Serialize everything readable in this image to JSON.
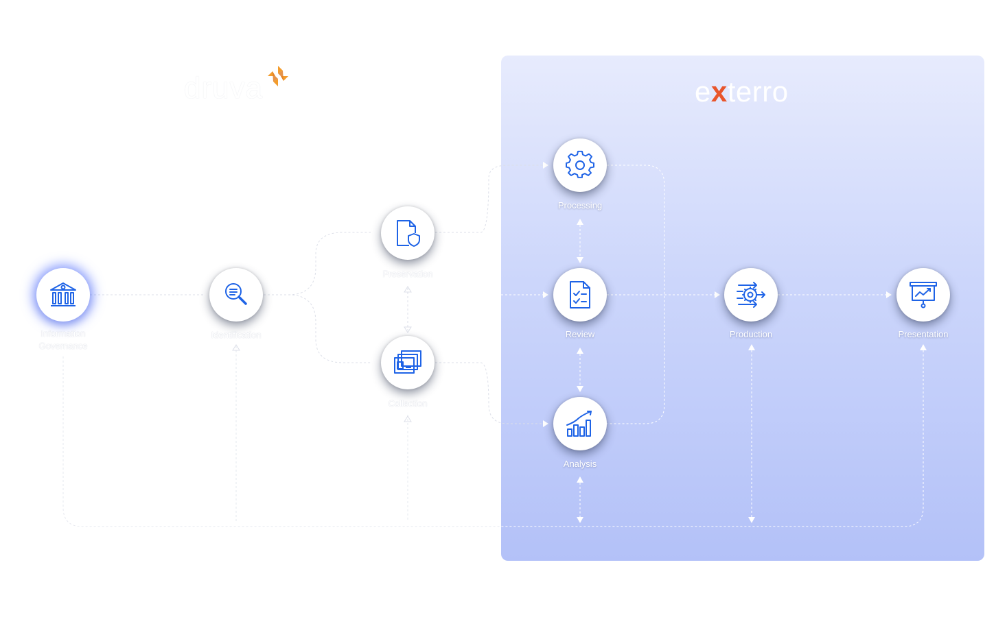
{
  "logos": {
    "druva": {
      "text": "druva",
      "mark_color": "#f39c2c"
    },
    "exterro": {
      "prefix": "e",
      "accent": "x",
      "suffix": "terro",
      "accent_color": "#e8552b"
    }
  },
  "colors": {
    "icon_stroke": "#1e63e6",
    "panel_top": "#e7ebfd",
    "panel_bottom": "#b3c1f8",
    "line": "#ffffff"
  },
  "nodes": [
    {
      "id": "information-governance",
      "label_line1": "Information",
      "label_line2": "Governance",
      "icon": "bank-icon"
    },
    {
      "id": "identification",
      "label_line1": "Identification",
      "label_line2": "",
      "icon": "search-document-icon"
    },
    {
      "id": "preservation",
      "label_line1": "Preservation",
      "label_line2": "",
      "icon": "file-shield-icon"
    },
    {
      "id": "collection",
      "label_line1": "Collection",
      "label_line2": "",
      "icon": "stacked-cards-icon"
    },
    {
      "id": "processing",
      "label_line1": "Processing",
      "label_line2": "",
      "icon": "gear-icon"
    },
    {
      "id": "review",
      "label_line1": "Review",
      "label_line2": "",
      "icon": "checklist-icon"
    },
    {
      "id": "analysis",
      "label_line1": "Analysis",
      "label_line2": "",
      "icon": "bar-chart-icon"
    },
    {
      "id": "production",
      "label_line1": "Production",
      "label_line2": "",
      "icon": "gear-arrows-icon"
    },
    {
      "id": "presentation",
      "label_line1": "Presentation",
      "label_line2": "",
      "icon": "presentation-board-icon"
    }
  ]
}
